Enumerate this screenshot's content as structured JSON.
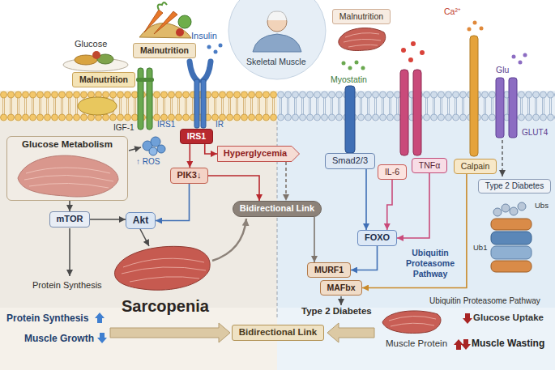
{
  "diagram": {
    "nodes": [
      {
        "text": [
          "Malnutrition"
        ]
      },
      {
        "text": [
          "Malnutrition"
        ]
      },
      {
        "text": [
          "Malnutrition"
        ]
      },
      {
        "text": [
          "IRS1"
        ]
      },
      {
        "text": [
          "Hyperglycemia"
        ]
      },
      {
        "text": [
          "Glucose Metabolism"
        ]
      },
      {
        "text": [
          "PIK3↓"
        ]
      },
      {
        "text": [
          "mTOR"
        ]
      },
      {
        "text": [
          "Akt"
        ]
      },
      {
        "text": [
          "Bidirectional Link"
        ]
      },
      {
        "text": [
          "Smad2/3"
        ]
      },
      {
        "text": [
          "IL-6"
        ]
      },
      {
        "text": [
          "TNFα"
        ]
      },
      {
        "text": [
          "Calpain"
        ]
      },
      {
        "text": [
          "Type 2 Diabetes"
        ]
      },
      {
        "text": [
          "FOXO"
        ]
      },
      {
        "text": [
          "MURF1"
        ]
      },
      {
        "text": [
          "MAFbx"
        ]
      },
      {
        "text": [
          "Bidirectional Link"
        ]
      }
    ],
    "edges": [
      {
        "from": 3,
        "to": 4,
        "arrow": "to"
      },
      {
        "from": 3,
        "to": 6,
        "arrow": "to"
      },
      {
        "from": 5,
        "to": 7,
        "arrow": "to"
      },
      {
        "from": 7,
        "to": 8,
        "arrow": "to"
      },
      {
        "from": 6,
        "to": 8,
        "arrow": "to"
      },
      {
        "from": 6,
        "to": 9,
        "arrow": "to"
      },
      {
        "from": 4,
        "to": 9,
        "arrow": "to"
      },
      {
        "from": 9,
        "to": 16,
        "arrow": "to"
      },
      {
        "from": 10,
        "to": 15,
        "arrow": "to"
      },
      {
        "from": 11,
        "to": 15,
        "arrow": "to"
      },
      {
        "from": 12,
        "to": 15,
        "arrow": "to"
      },
      {
        "from": 15,
        "to": 16,
        "arrow": "to"
      },
      {
        "from": 13,
        "to": 17,
        "arrow": "to"
      }
    ],
    "labels": [
      "Glucose",
      "Insulin",
      "Skeletal Muscle",
      "Myostatin",
      "Ca²⁺",
      "Glu",
      "IGF-1",
      "IRS1",
      "IR",
      "↑ ROS",
      "GLUT4",
      "Ubs",
      "Ubiquitin Proteasome Pathway",
      "Ub1",
      "Protein Synthesis",
      "Ubiquitin Proteasome Pathway",
      "Sarcopenia",
      "Type 2 Diabetes",
      "Protein Synthesis",
      "Glucose Uptake",
      "Muscle Growth",
      "Muscle Protein",
      "Muscle Wasting"
    ]
  }
}
